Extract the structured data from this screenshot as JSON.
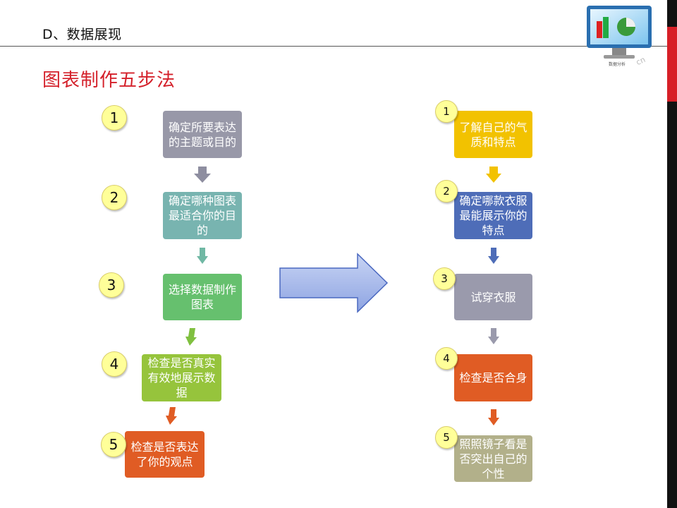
{
  "header": {
    "title": "D、数据展现"
  },
  "slide_title": "图表制作五步法",
  "logo": {
    "icon": "monitor-chart-icon",
    "caption": "数据分析",
    "mark": "cn"
  },
  "left_steps": [
    {
      "num": "1",
      "text": "确定所要表达的主题或目的",
      "color": "#9898a8"
    },
    {
      "num": "2",
      "text": "确定哪种图表最适合你的目的",
      "color": "#78b4b0"
    },
    {
      "num": "3",
      "text": "选择数据制作图表",
      "color": "#66c06e"
    },
    {
      "num": "4",
      "text": "检查是否真实有效地展示数据",
      "color": "#96c43c"
    },
    {
      "num": "5",
      "text": "检查是否表达了你的观点",
      "color": "#e05c24"
    }
  ],
  "right_steps": [
    {
      "num": "1",
      "text": "了解自己的气质和特点",
      "color": "#f2c200"
    },
    {
      "num": "2",
      "text": "确定哪款衣服最能展示你的特点",
      "color": "#4e6db8"
    },
    {
      "num": "3",
      "text": "试穿衣服",
      "color": "#9a9aac"
    },
    {
      "num": "4",
      "text": "检查是否合身",
      "color": "#e05c24"
    },
    {
      "num": "5",
      "text": "照照镜子看是否突出自己的个性",
      "color": "#b2b08a"
    }
  ],
  "colors": {
    "title_red": "#d4202a",
    "edge_bar": "#111111",
    "edge_accent": "#d71f27",
    "number_badge": "#ffff99"
  }
}
